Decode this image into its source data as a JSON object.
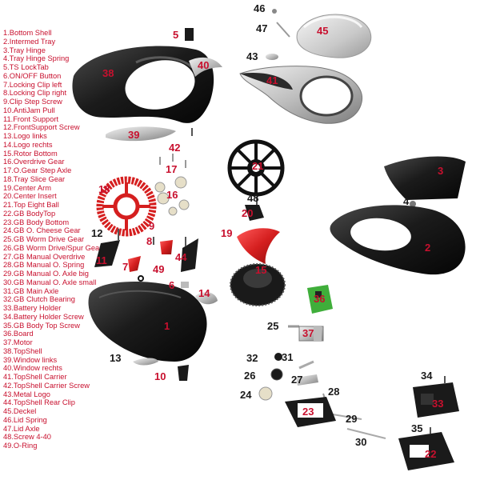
{
  "legend": [
    "1.Bottom Shell",
    "2.Intermed Tray",
    "3.Tray Hinge",
    "4.Tray Hinge Spring",
    "5.TS LockTab",
    "6.ON/OFF Button",
    "7.Locking Clip left",
    "8.Locking Clip right",
    "9.Clip Step Screw",
    "10.AntiJam Pull",
    "11.Front Support",
    "12.FrontSupport Screw",
    "13.Logo links",
    "14.Logo rechts",
    "15.Rotor Bottom",
    "16.Overdrive Gear",
    "17.O.Gear Step Axle",
    "18.Tray Slice Gear",
    "19.Center Arm",
    "20.Center Insert",
    "21.Top Eight Ball",
    "22.GB BodyTop",
    "23.GB Body Bottom",
    "24.GB O. Cheese Gear",
    "25.GB Worm Drive Gear",
    "26.GB Worm Drive/Spur Gear",
    "27.GB Manual Overdrive",
    "28.GB Manual O. Spring",
    "29.GB Manual O. Axle big",
    "30.GB Manual O. Axle small",
    "31.GB Main Axle",
    "32.GB Clutch Bearing",
    "33.Battery Holder",
    "34.Battery Holder Screw",
    "35.GB Body Top Screw",
    "36.Board",
    "37.Motor",
    "38.TopShell",
    "39.Window links",
    "40.Window rechts",
    "41.TopShell Carrier",
    "42.TopShell Carrier Screw",
    "43.Metal Logo",
    "44.TopShell Rear Clip",
    "45.Deckel",
    "46.Lid Spring",
    "47.Lid Axle",
    "48.Screw 4-40",
    "49.O-Ring"
  ],
  "callouts": [
    "1",
    "2",
    "3",
    "4",
    "5",
    "6",
    "7",
    "8",
    "9",
    "10",
    "11",
    "12",
    "13",
    "14",
    "15",
    "16",
    "17",
    "18",
    "19",
    "20",
    "21",
    "22",
    "23",
    "24",
    "25",
    "26",
    "27",
    "28",
    "29",
    "30",
    "31",
    "32",
    "33",
    "34",
    "35",
    "36",
    "37",
    "38",
    "39",
    "40",
    "41",
    "42",
    "43",
    "44",
    "45",
    "46",
    "47",
    "48",
    "49"
  ],
  "colors": {
    "label_red": "#c8102e",
    "part_black": "#1a1a1a",
    "part_red": "#d51f1f",
    "part_grey": "#b9b9b9",
    "board_green": "#3fae3a"
  }
}
